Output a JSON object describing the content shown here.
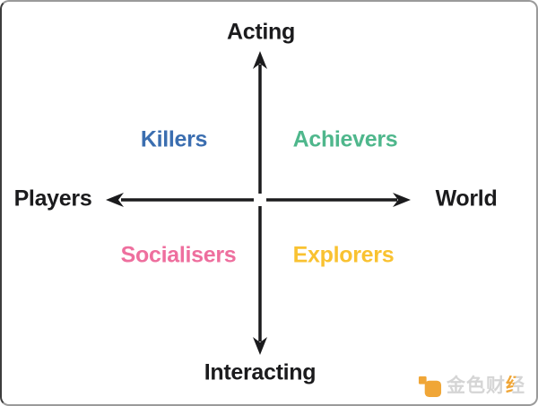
{
  "diagram": {
    "title_semantic": "Bartle player types quadrant",
    "axes": {
      "top": "Acting",
      "bottom": "Interacting",
      "left": "Players",
      "right": "World"
    },
    "quadrants": [
      {
        "position": "top-left",
        "label": "Killers",
        "color": "#3b6eb0"
      },
      {
        "position": "top-right",
        "label": "Achievers",
        "color": "#4fb78c"
      },
      {
        "position": "bottom-left",
        "label": "Socialisers",
        "color": "#ee6f9e"
      },
      {
        "position": "bottom-right",
        "label": "Explorers",
        "color": "#f9c231"
      }
    ],
    "arrow_color": "#1b1b1d",
    "axis_text_color": "#1b1b1d"
  },
  "watermark": {
    "text": "金色财经",
    "text_part1": "金色财",
    "text_part2": "经",
    "logo_color": "#f0a637",
    "text_color": "#d5d5d5"
  }
}
